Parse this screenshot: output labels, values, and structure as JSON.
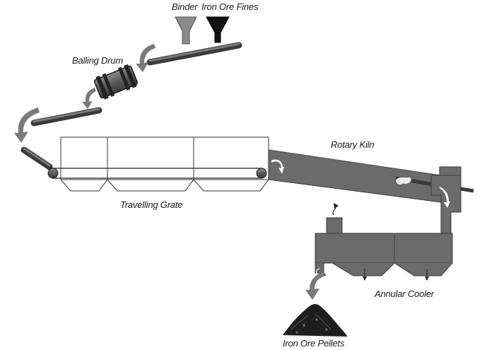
{
  "labels": {
    "binder": "Binder",
    "iron_ore_fines": "Iron Ore Fines",
    "balling_drum": "Balling Drum",
    "rotary_kiln": "Rotary Kiln",
    "travelling_grate": "Travelling Grate",
    "annular_cooler": "Annular Cooler",
    "iron_ore_pellets": "Iron Ore Pellets"
  },
  "colors": {
    "equipment_fill": "#6b6b6b",
    "equipment_stroke": "#3a3a3a",
    "outline": "#555555",
    "arrow": "#777777",
    "binder_hopper": "#8a8a8a",
    "fines_hopper": "#111111",
    "pellets": "#1e1e1e"
  }
}
